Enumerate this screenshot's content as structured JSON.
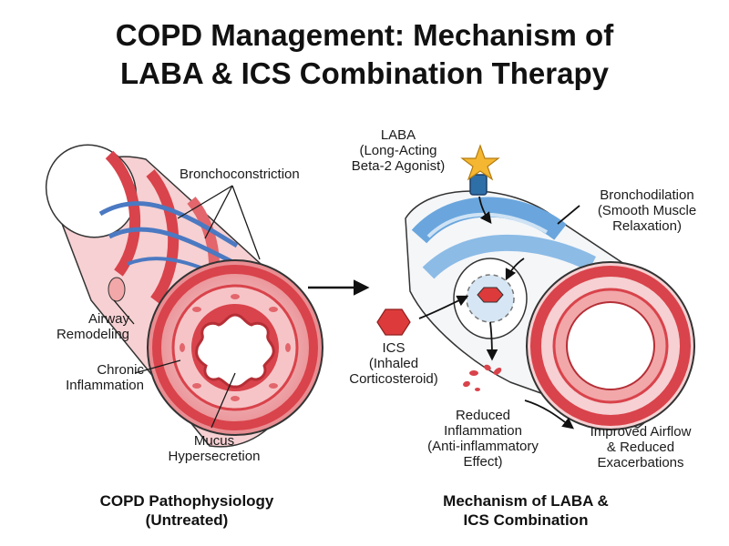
{
  "title": {
    "line1": "COPD Management: Mechanism of",
    "line2": "LABA & ICS Combination Therapy"
  },
  "left_panel": {
    "labels": {
      "bronchoconstriction": "Bronchoconstriction",
      "airway_remodeling": [
        "Airway",
        "Remodeling"
      ],
      "chronic_inflammation": [
        "Chronic",
        "Inflammation"
      ],
      "mucus_hypersecretion": [
        "Mucus",
        "Hypersecretion"
      ]
    },
    "caption": [
      "COPD Pathophysiology",
      "(Untreated)"
    ]
  },
  "right_panel": {
    "labels": {
      "laba": [
        "LABA",
        "(Long-Acting",
        "Beta-2 Agonist)"
      ],
      "bronchodilation": [
        "Bronchodilation",
        "(Smooth Muscle",
        "Relaxation)"
      ],
      "ics": [
        "ICS",
        "(Inhaled",
        "Corticosteroid)"
      ],
      "reduced_inflammation": [
        "Reduced",
        "Inflammation",
        "(Anti-inflammatory",
        "Effect)"
      ],
      "improved_airflow": [
        "Improved Airflow",
        "& Reduced",
        "Exacerbations"
      ]
    },
    "caption": [
      "Mechanism of LABA &",
      "ICS Combination"
    ]
  },
  "colors": {
    "inflamed_red": "#d9434b",
    "light_red": "#f2a7a9",
    "smooth_muscle_blue": "#6aa6dd",
    "light_blue": "#cfe3f5",
    "star_yellow": "#f5b731",
    "receptor_blue": "#2f6fa8",
    "ics_red": "#dd3b3b"
  },
  "icons": {
    "laba_molecule": "star-icon",
    "ics_molecule": "hexagon-icon"
  }
}
